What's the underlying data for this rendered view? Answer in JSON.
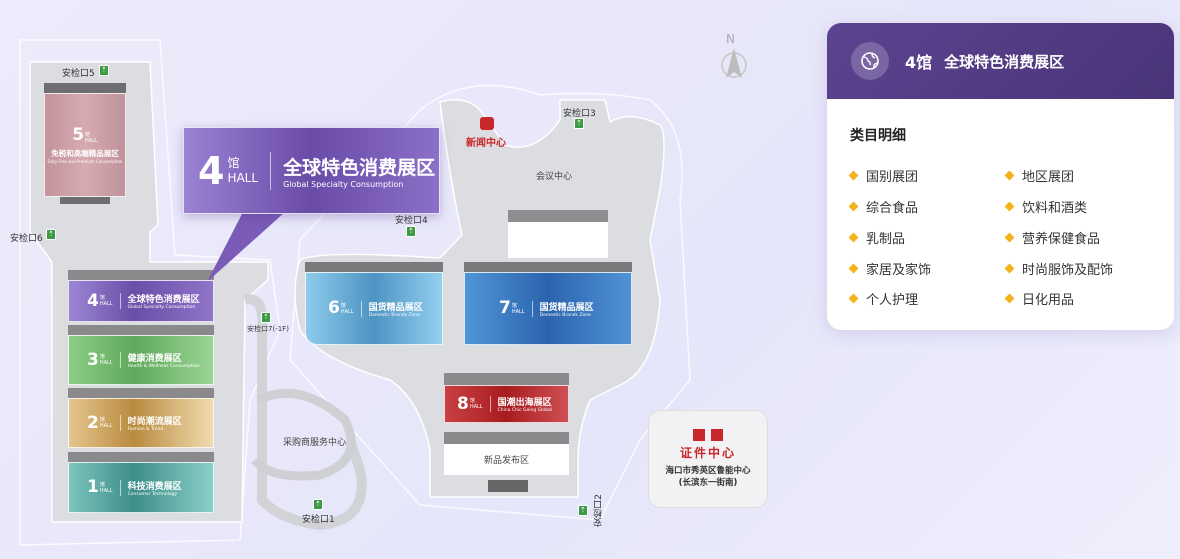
{
  "map": {
    "compass": "N",
    "callout": {
      "num": "4",
      "guan": "馆",
      "hall": "HALL",
      "zh": "全球特色消费展区",
      "en": "Global Specialty Consumption"
    },
    "halls": [
      {
        "num": "5",
        "guan": "馆",
        "hall": "HALL",
        "zh": "免税和高端精品展区",
        "en": "Duty Free and Premium Consumption"
      },
      {
        "num": "4",
        "guan": "馆",
        "hall": "HALL",
        "zh": "全球特色消费展区",
        "en": "Global Specialty Consumption"
      },
      {
        "num": "3",
        "guan": "馆",
        "hall": "HALL",
        "zh": "健康消费展区",
        "en": "Health & Wellness Consumption"
      },
      {
        "num": "2",
        "guan": "馆",
        "hall": "HALL",
        "zh": "时尚潮流展区",
        "en": "Fashion & Trend"
      },
      {
        "num": "1",
        "guan": "馆",
        "hall": "HALL",
        "zh": "科技消费展区",
        "en": "Consumer Technology"
      },
      {
        "num": "6",
        "guan": "馆",
        "hall": "HALL",
        "zh": "国货精品展区",
        "en": "Domestic Brands Zone"
      },
      {
        "num": "7",
        "guan": "馆",
        "hall": "HALL",
        "zh": "国货精品展区",
        "en": "Domestic Brands Zone"
      },
      {
        "num": "8",
        "guan": "馆",
        "hall": "HALL",
        "zh": "国潮出海展区",
        "en": "China Chic Going Global"
      }
    ],
    "gates": [
      "安检口1",
      "安检口2",
      "安检口3",
      "安检口4",
      "安检口5",
      "安检口6",
      "安检口7(-1F)"
    ],
    "labels": {
      "news": "新闻中心",
      "conference": "会议中心",
      "buyer": "采购商服务中心",
      "launch": "新品发布区"
    },
    "cert": {
      "title": "证件中心",
      "addr1": "海口市秀英区鲁能中心",
      "addr2": "(长滨东一街南)"
    }
  },
  "panel": {
    "hall": "4馆",
    "title": "全球特色消费展区",
    "section": "类目明细",
    "items": [
      "国别展团",
      "地区展团",
      "综合食品",
      "饮料和酒类",
      "乳制品",
      "营养保健食品",
      "家居及家饰",
      "时尚服饰及配饰",
      "个人护理",
      "日化用品"
    ],
    "accent": "#f2b21c",
    "header_color": "#5d4390"
  }
}
